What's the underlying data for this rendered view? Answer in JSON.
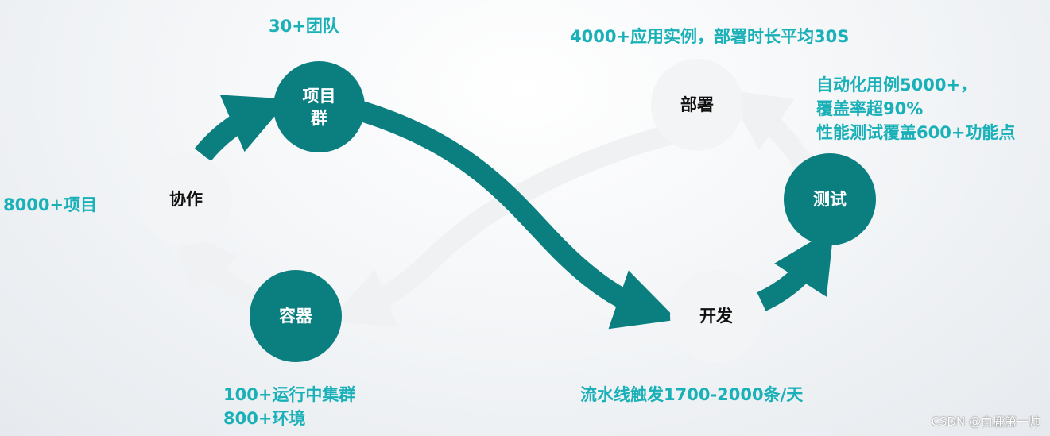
{
  "nodes": {
    "project_group": "项目\n群",
    "collaboration": "协作",
    "container": "容器",
    "development": "开发",
    "testing": "测试",
    "deployment": "部署"
  },
  "annotations": {
    "teams": "30+团队",
    "projects": "8000+项目",
    "clusters": "100+运行中集群",
    "environments": "800+环境",
    "pipeline": "流水线触发1700-2000条/天",
    "deploy_stats": "4000+应用实例，部署时长平均30S",
    "automation_1": "自动化用例5000+，",
    "automation_2": "覆盖率超90%",
    "automation_3": "性能测试覆盖600+功能点"
  },
  "watermark": "CSDN @白鹿第一帅",
  "colors": {
    "teal": "#0b7f80",
    "annotation": "#1ab0b8",
    "light_path": "#f1f2f3"
  }
}
